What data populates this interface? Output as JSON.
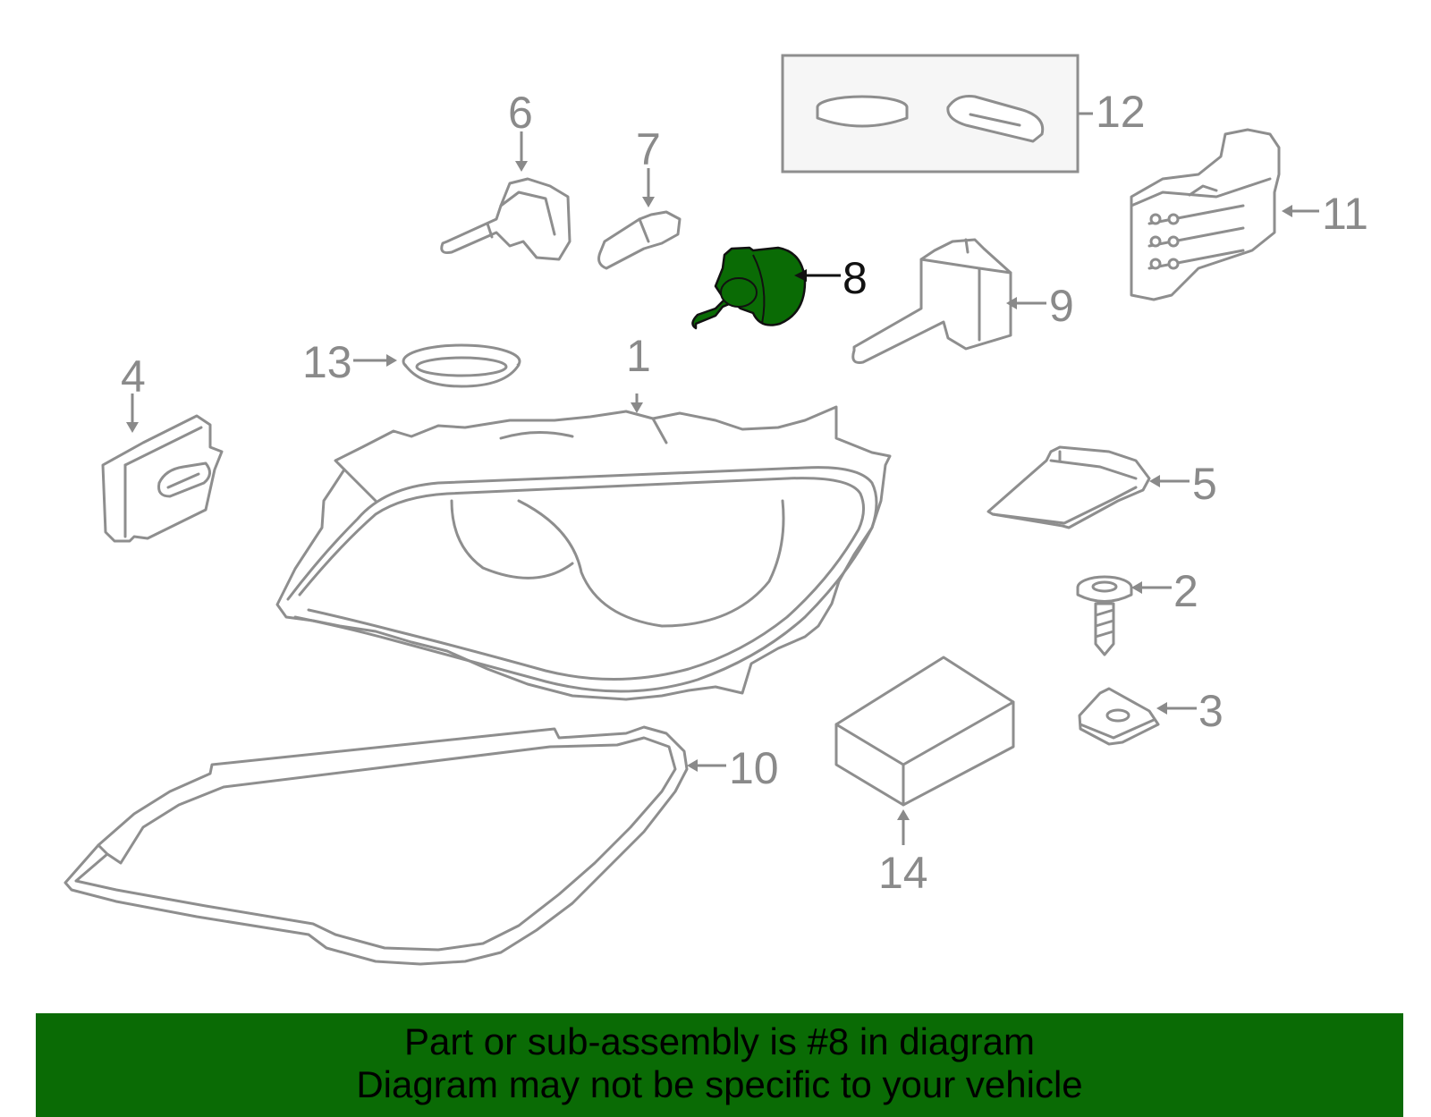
{
  "colors": {
    "part_stroke": "#8e8e8e",
    "highlight_fill": "#0a6b05",
    "banner_background": "#0a6b05",
    "label_gray": "#8a8a8a",
    "label_highlight": "#111111"
  },
  "callouts": {
    "c1": "1",
    "c2": "2",
    "c3": "3",
    "c4": "4",
    "c5": "5",
    "c6": "6",
    "c7": "7",
    "c8": "8",
    "c9": "9",
    "c10": "10",
    "c11": "11",
    "c12": "12",
    "c13": "13",
    "c14": "14"
  },
  "highlighted_part": "8",
  "banner": {
    "line1": "Part or sub-assembly is #8 in diagram",
    "line2": "Diagram may not be specific to your vehicle"
  }
}
